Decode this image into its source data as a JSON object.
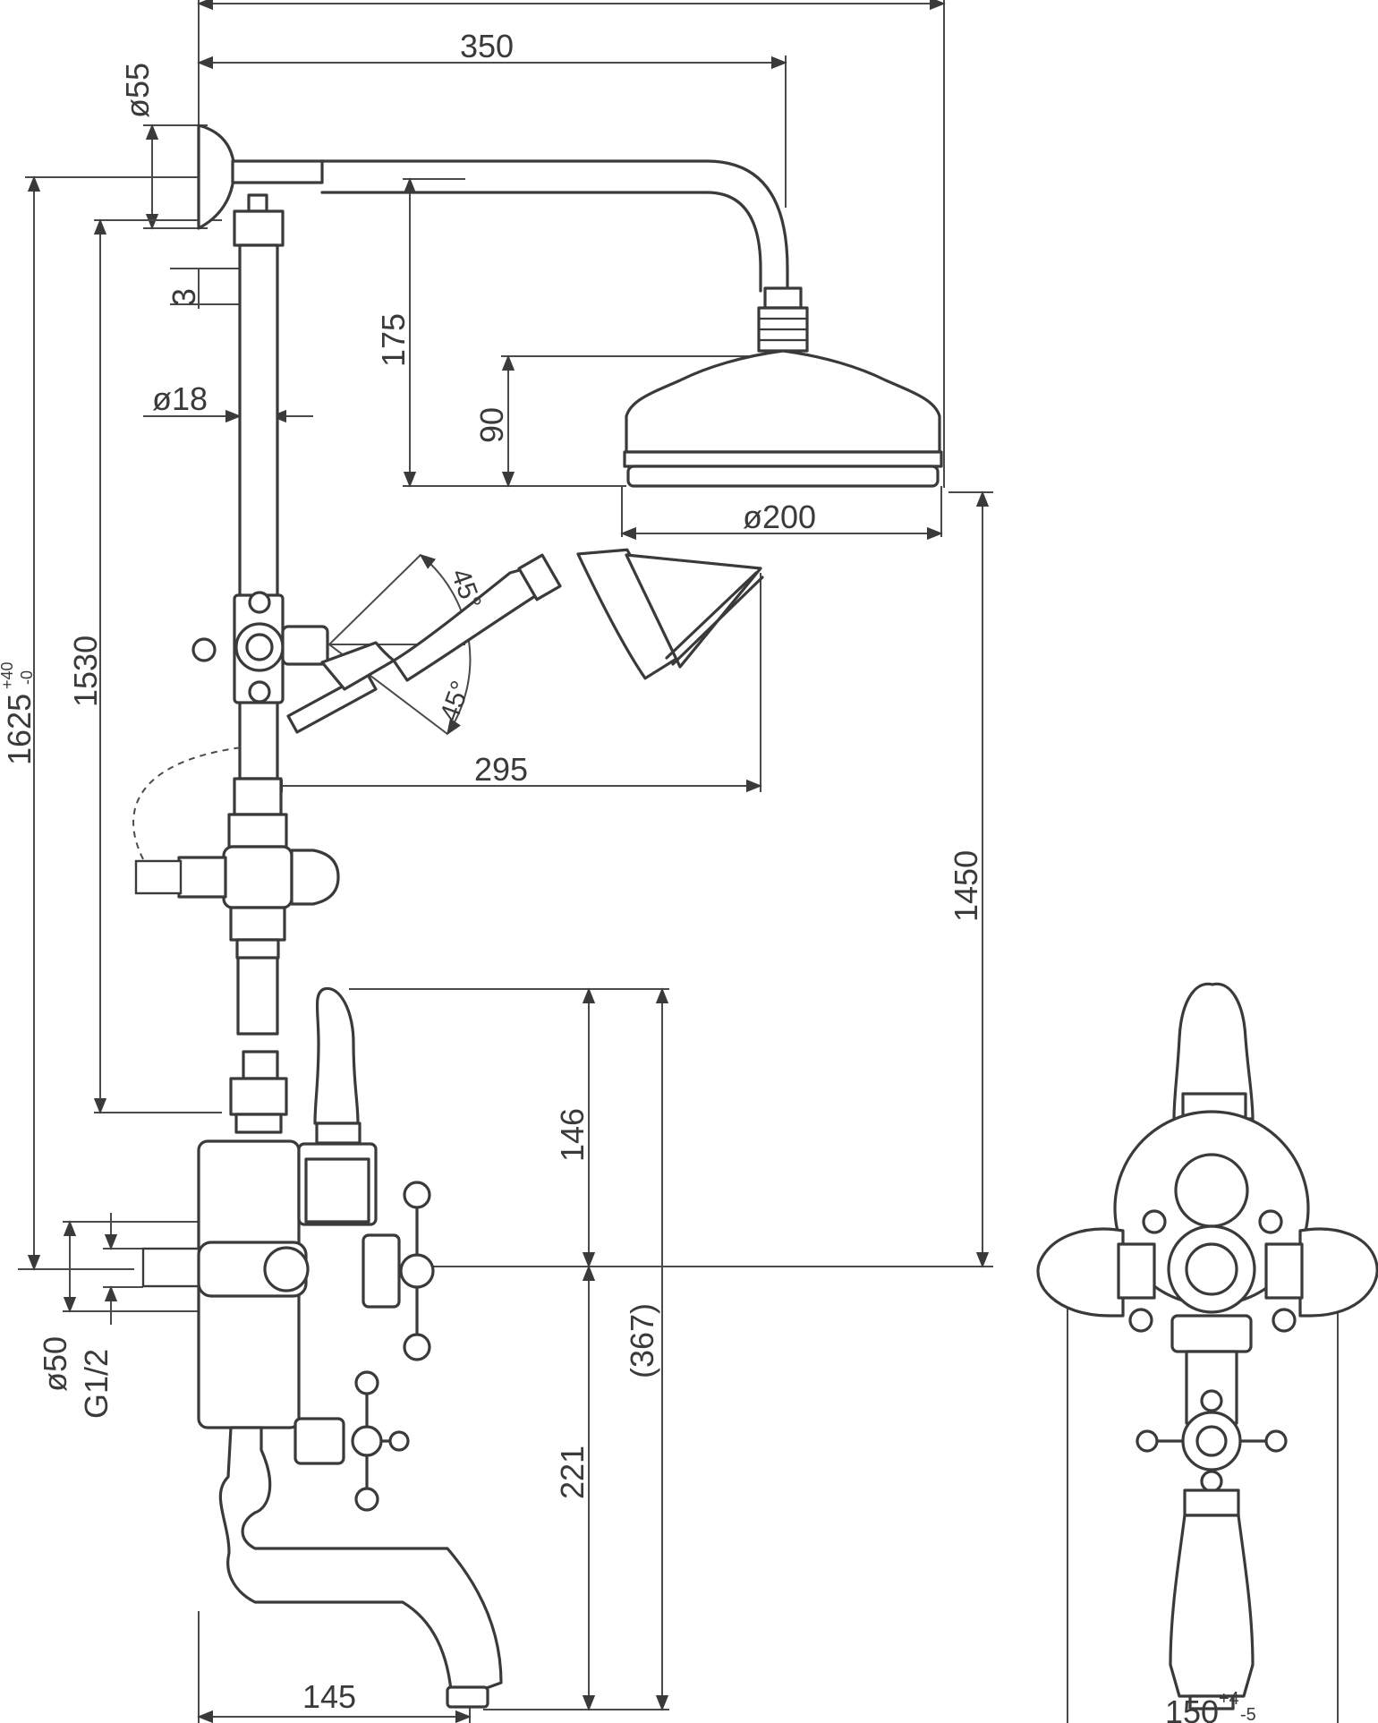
{
  "dimensions": {
    "overall_reach": "350",
    "arm_flange_dia": "ø55",
    "wall_offset": "3",
    "riser_dia": "ø18",
    "arm_drop": "175",
    "head_height": "90",
    "head_dia": "ø200",
    "overall_height": "1625",
    "overall_height_tol_upper": "+40",
    "overall_height_tol_lower": "-0",
    "riser_length": "1530",
    "handset_angle_upper": "45°",
    "handset_angle_lower": "45°",
    "handset_reach": "295",
    "outlet_height": "1450",
    "valve_upper": "146",
    "valve_total": "(367)",
    "spout_drop": "221",
    "inlet_dia": "ø50",
    "inlet_thread": "G1/2",
    "spout_reach": "145",
    "centres": "150",
    "centres_tol_upper": "+4",
    "centres_tol_lower": "-5"
  },
  "colors": {
    "line": "#3a3a3a",
    "background": "#ffffff"
  }
}
